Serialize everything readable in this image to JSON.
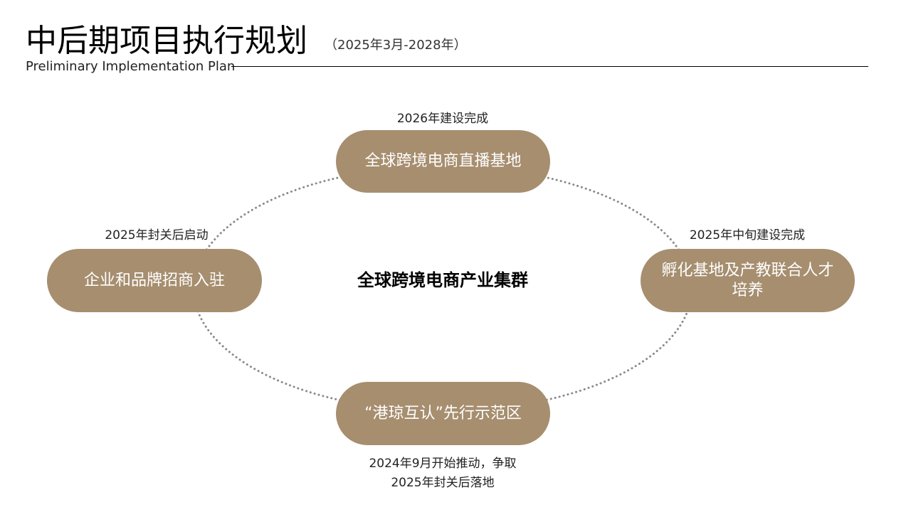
{
  "header": {
    "title": "中后期项目执行规划",
    "date_range": "（2025年3月-2028年）",
    "subtitle": "Preliminary Implementation Plan"
  },
  "diagram": {
    "center_label": "全球跨境电商产业集群",
    "nodes": {
      "top": {
        "label": "全球跨境电商直播基地",
        "note": "2026年建设完成"
      },
      "right": {
        "label": "孵化基地及产教联合人才培养",
        "note": "2025年中旬建设完成"
      },
      "bottom": {
        "label": "“港琼互认”先行示范区",
        "note_line1": "2024年9月开始推动，争取",
        "note_line2": "2025年封关后落地"
      },
      "left": {
        "label": "企业和品牌招商入驻",
        "note": "2025年封关后启动"
      }
    }
  },
  "colors": {
    "pill_fill": "#a68e6f",
    "pill_text": "#ffffff",
    "ring_dots": "#8a8a8a",
    "rule": "#000000"
  }
}
